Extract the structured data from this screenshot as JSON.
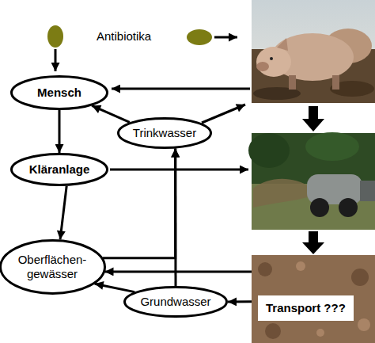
{
  "diagram": {
    "nodes": [
      {
        "text": [
          "Mensch"
        ]
      },
      {
        "text": [
          "Trinkwasser"
        ]
      },
      {
        "text": [
          "Kläranlage"
        ]
      },
      {
        "text": [
          "Oberflächen- gewässer"
        ]
      },
      {
        "text": [
          "Grundwasser"
        ]
      },
      {
        "text": [
          "Transport ???"
        ]
      }
    ],
    "edges": [
      {
        "from": 0,
        "to": 2,
        "arrow": "to"
      },
      {
        "from": 1,
        "to": 0,
        "arrow": "to"
      },
      {
        "from": 2,
        "to": 3,
        "arrow": "to"
      },
      {
        "from": 3,
        "to": 1,
        "arrow": "to"
      },
      {
        "from": 4,
        "to": 1,
        "arrow": "to"
      },
      {
        "from": 4,
        "to": 3,
        "arrow": "to"
      },
      {
        "from": 5,
        "to": 3,
        "arrow": "to"
      },
      {
        "from": 5,
        "to": 4,
        "arrow": "to"
      }
    ],
    "labels": [
      "Antibiotika"
    ]
  }
}
